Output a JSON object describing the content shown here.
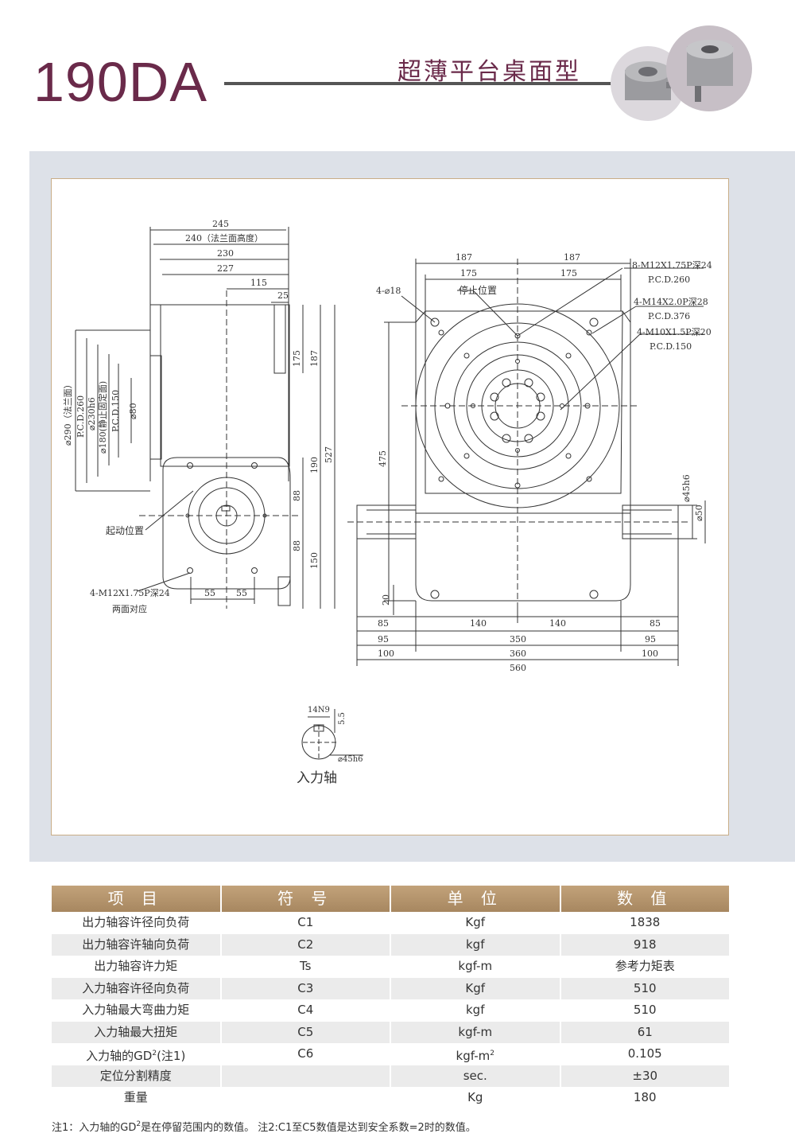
{
  "header": {
    "model": "190DA",
    "subtitle": "超薄平台桌面型"
  },
  "drawing": {
    "side_view": {
      "dims_top": [
        "245",
        "240（法兰面高度）",
        "230",
        "227",
        "115",
        "25"
      ],
      "dims_right": [
        "175",
        "187",
        "527",
        "190",
        "88",
        "88",
        "150"
      ],
      "dims_left": [
        "⌀290（法兰面）",
        "P.C.D.260",
        "⌀230h6",
        "⌀180(静止固定面)",
        "P.C.D.150",
        "⌀80"
      ],
      "dims_bottom": [
        "55",
        "55"
      ],
      "start_label": "起动位置",
      "hole_label": "4-M12X1.75P深24",
      "hole_label2": "两面对应"
    },
    "front_view": {
      "dims_top": [
        "187",
        "187",
        "175",
        "175"
      ],
      "hole_18": "4-⌀18",
      "stop_label": "停止位置",
      "note1": "8-M12X1.75P深24",
      "note1b": "P.C.D.260",
      "note2": "4-M14X2.0P深28",
      "note2b": "P.C.D.376",
      "note3": "4-M10X1.5P深20",
      "note3b": "P.C.D.150",
      "dim_475": "475",
      "dim_20": "20",
      "shaft_45": "⌀45h6",
      "shaft_50": "⌀50",
      "dims_bottom": [
        "85",
        "140",
        "140",
        "85",
        "95",
        "350",
        "95",
        "100",
        "360",
        "100",
        "560"
      ]
    },
    "shaft_detail": {
      "key": "14N9",
      "depth": "5.5",
      "dia": "⌀45h6",
      "label": "入力轴"
    }
  },
  "table": {
    "headers": [
      "项 目",
      "符 号",
      "单 位",
      "数 值"
    ],
    "rows": [
      {
        "item": "出力轴容许径向负荷",
        "symbol": "C1",
        "unit": "Kgf",
        "value": "1838"
      },
      {
        "item": "出力轴容许轴向负荷",
        "symbol": "C2",
        "unit": "kgf",
        "value": "918"
      },
      {
        "item": "出力轴容许力矩",
        "symbol": "Ts",
        "unit": "kgf-m",
        "value": "参考力矩表"
      },
      {
        "item": "入力轴容许径向负荷",
        "symbol": "C3",
        "unit": "Kgf",
        "value": "510"
      },
      {
        "item": "入力轴最大弯曲力矩",
        "symbol": "C4",
        "unit": "kgf",
        "value": "510"
      },
      {
        "item": "入力轴最大扭矩",
        "symbol": "C5",
        "unit": "kgf-m",
        "value": "61"
      },
      {
        "item": "入力轴的GD",
        "item_sup": "2",
        "item_tail": "(注1)",
        "symbol": "C6",
        "unit": "kgf-m",
        "unit_sup": "2",
        "value": "0.105"
      },
      {
        "item": "定位分割精度",
        "symbol": "",
        "unit": "sec.",
        "value": "±30"
      },
      {
        "item": "重量",
        "symbol": "",
        "unit": "Kg",
        "value": "180"
      }
    ],
    "note_a": "注1：入力轴的GD",
    "note_sup": "2",
    "note_b": "是在停留范围内的数值。   注2:C1至C5数值是达到安全系数=2时的数值。"
  }
}
